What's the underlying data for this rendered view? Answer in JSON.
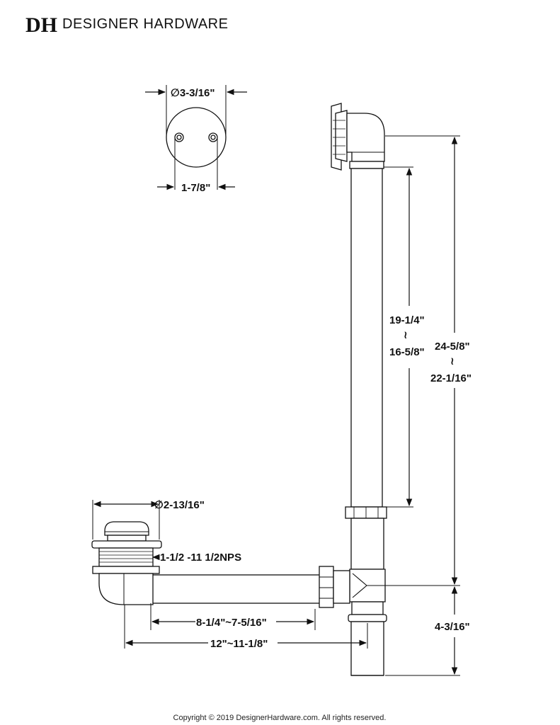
{
  "brand": {
    "logo_letters": "DH",
    "name": "DESIGNER HARDWARE"
  },
  "dimensions": {
    "overflow_plate_diameter": "∅3-3/16\"",
    "overflow_screw_spacing": "1-7/8\"",
    "upper_tube_length_max": "19-1/4\"",
    "upper_tube_range_separator": "≀",
    "upper_tube_length_min": "16-5/8\"",
    "overall_height_max": "24-5/8\"",
    "overall_height_separator": "≀",
    "overall_height_min": "22-1/16\"",
    "drain_diameter": "∅2-13/16\"",
    "drain_thread": "1-1/2 -11 1/2NPS",
    "horizontal_pipe_length": "8-1/4\"~7-5/16\"",
    "overall_horizontal_length": "12\"~11-1/8\"",
    "tee_to_bottom_height": "4-3/16\""
  },
  "footer": {
    "copyright": "Copyright © 2019 DesignerHardware.com. All rights reserved."
  }
}
